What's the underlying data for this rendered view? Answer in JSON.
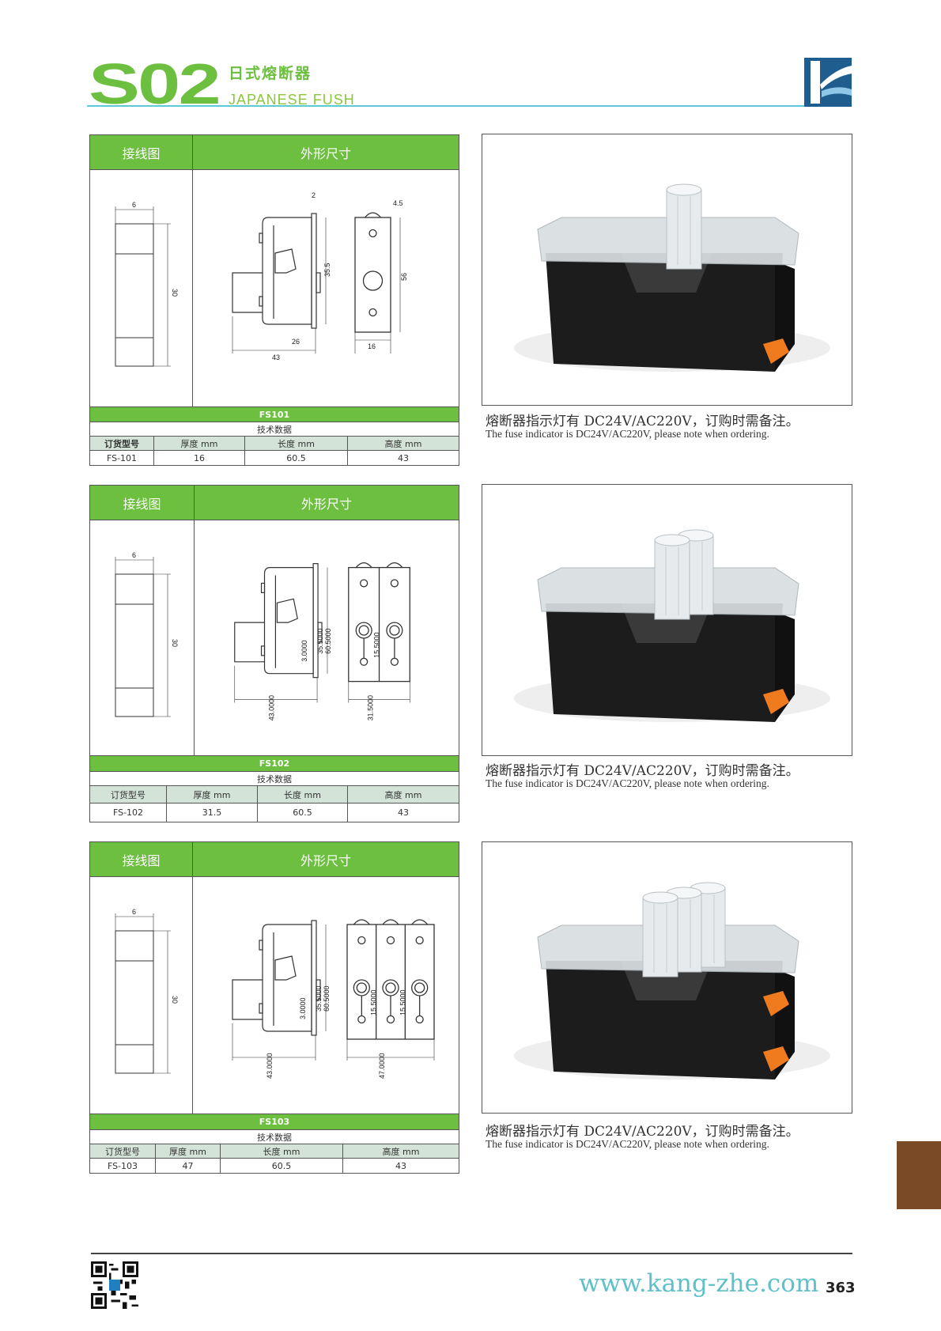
{
  "header": {
    "series": "S02",
    "title_cn": "日式熔断器",
    "title_en": "JAPANESE FUSH"
  },
  "table_labels": {
    "wiring": "接线图",
    "dimensions": "外形尺寸",
    "tech": "技术数据",
    "col_model": "订货型号",
    "col_thickness": "厚度 mm",
    "col_length": "长度 mm",
    "col_height": "高度 mm"
  },
  "products": [
    {
      "name": "FS101",
      "model": "FS-101",
      "thickness": "16",
      "length": "60.5",
      "height": "43",
      "poles": 1,
      "dims": {
        "wire_w": "6",
        "wire_h": "30",
        "side_a": "35.5",
        "side_w": "26",
        "side_base": "43",
        "top": "2",
        "front_top": "4.5",
        "front_h": "56",
        "front_w": "16"
      }
    },
    {
      "name": "FS102",
      "model": "FS-102",
      "thickness": "31.5",
      "length": "60.5",
      "height": "43",
      "poles": 2,
      "dims": {
        "wire_w": "6",
        "wire_h": "30",
        "side_a": "35.5000",
        "side_b": "60.5000",
        "side_c": "3.0000",
        "side_base": "43.0000",
        "front_c": "15.5000",
        "front_w": "31.5000"
      }
    },
    {
      "name": "FS103",
      "model": "FS-103",
      "thickness": "47",
      "length": "60.5",
      "height": "43",
      "poles": 3,
      "dims": {
        "wire_w": "6",
        "wire_h": "30",
        "side_a": "35.5000",
        "side_b": "60.5000",
        "side_c": "3.0000",
        "side_base": "43.0000",
        "front_c": "15.5000",
        "front_d": "15.5000",
        "front_w": "47.0000"
      }
    }
  ],
  "caption": {
    "cn": "熔断器指示灯有 DC24V/AC220V，订购时需备注。",
    "en": "The fuse indicator is DC24V/AC220V, please note when ordering."
  },
  "footer": {
    "url": "www.kang-zhe.com",
    "page": "363"
  },
  "colors": {
    "green": "#6cbf3f",
    "cyan": "#5ec9d6",
    "brown": "#7a4a26",
    "table_header": "#d3e3d8"
  }
}
